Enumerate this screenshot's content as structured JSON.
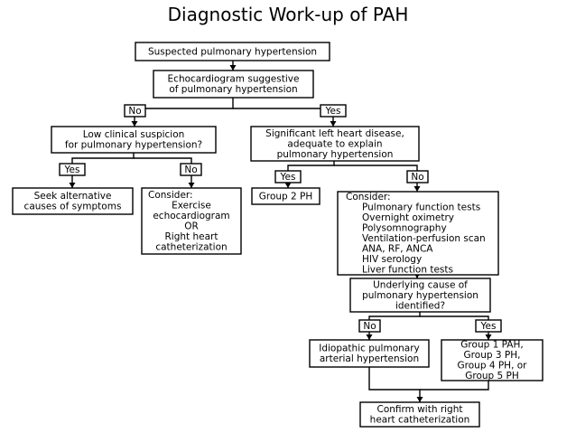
{
  "title": "Diagnostic Work-up of PAH",
  "nodes": {
    "suspected": {
      "lines": [
        "Suspected pulmonary hypertension"
      ]
    },
    "echo": {
      "lines": [
        "Echocardiogram suggestive",
        "of pulmonary hypertension"
      ]
    },
    "low_suspicion": {
      "lines": [
        "Low clinical suspicion",
        "for pulmonary hypertension?"
      ]
    },
    "left_heart": {
      "lines": [
        "Significant left heart disease,",
        "adequate to explain",
        "pulmonary hypertension"
      ]
    },
    "seek_alt": {
      "lines": [
        "Seek alternative",
        "causes of symptoms"
      ]
    },
    "consider1": {
      "lines": [
        "Consider:",
        "Exercise",
        "echocardiogram",
        "OR",
        "Right heart",
        "catheterization"
      ]
    },
    "group2": {
      "lines": [
        "Group 2 PH"
      ]
    },
    "consider2": {
      "lines": [
        "Consider:",
        "Pulmonary function tests",
        "Overnight oximetry",
        "Polysomnography",
        "Ventilation-perfusion scan",
        "ANA, RF, ANCA",
        "HIV serology",
        "Liver function tests"
      ]
    },
    "underlying": {
      "lines": [
        "Underlying cause of",
        "pulmonary hypertension",
        "identified?"
      ]
    },
    "idiopathic": {
      "lines": [
        "Idiopathic pulmonary",
        "arterial hypertension"
      ]
    },
    "groups": {
      "lines": [
        "Group 1 PAH,",
        "Group 3 PH,",
        "Group 4 PH, or",
        "Group 5 PH"
      ]
    },
    "confirm": {
      "lines": [
        "Confirm with right",
        "heart catheterization"
      ]
    }
  },
  "edge_labels": {
    "echo_no": "No",
    "echo_yes": "Yes",
    "low_yes": "Yes",
    "low_no": "No",
    "lh_yes": "Yes",
    "lh_no": "No",
    "und_no": "No",
    "und_yes": "Yes"
  }
}
